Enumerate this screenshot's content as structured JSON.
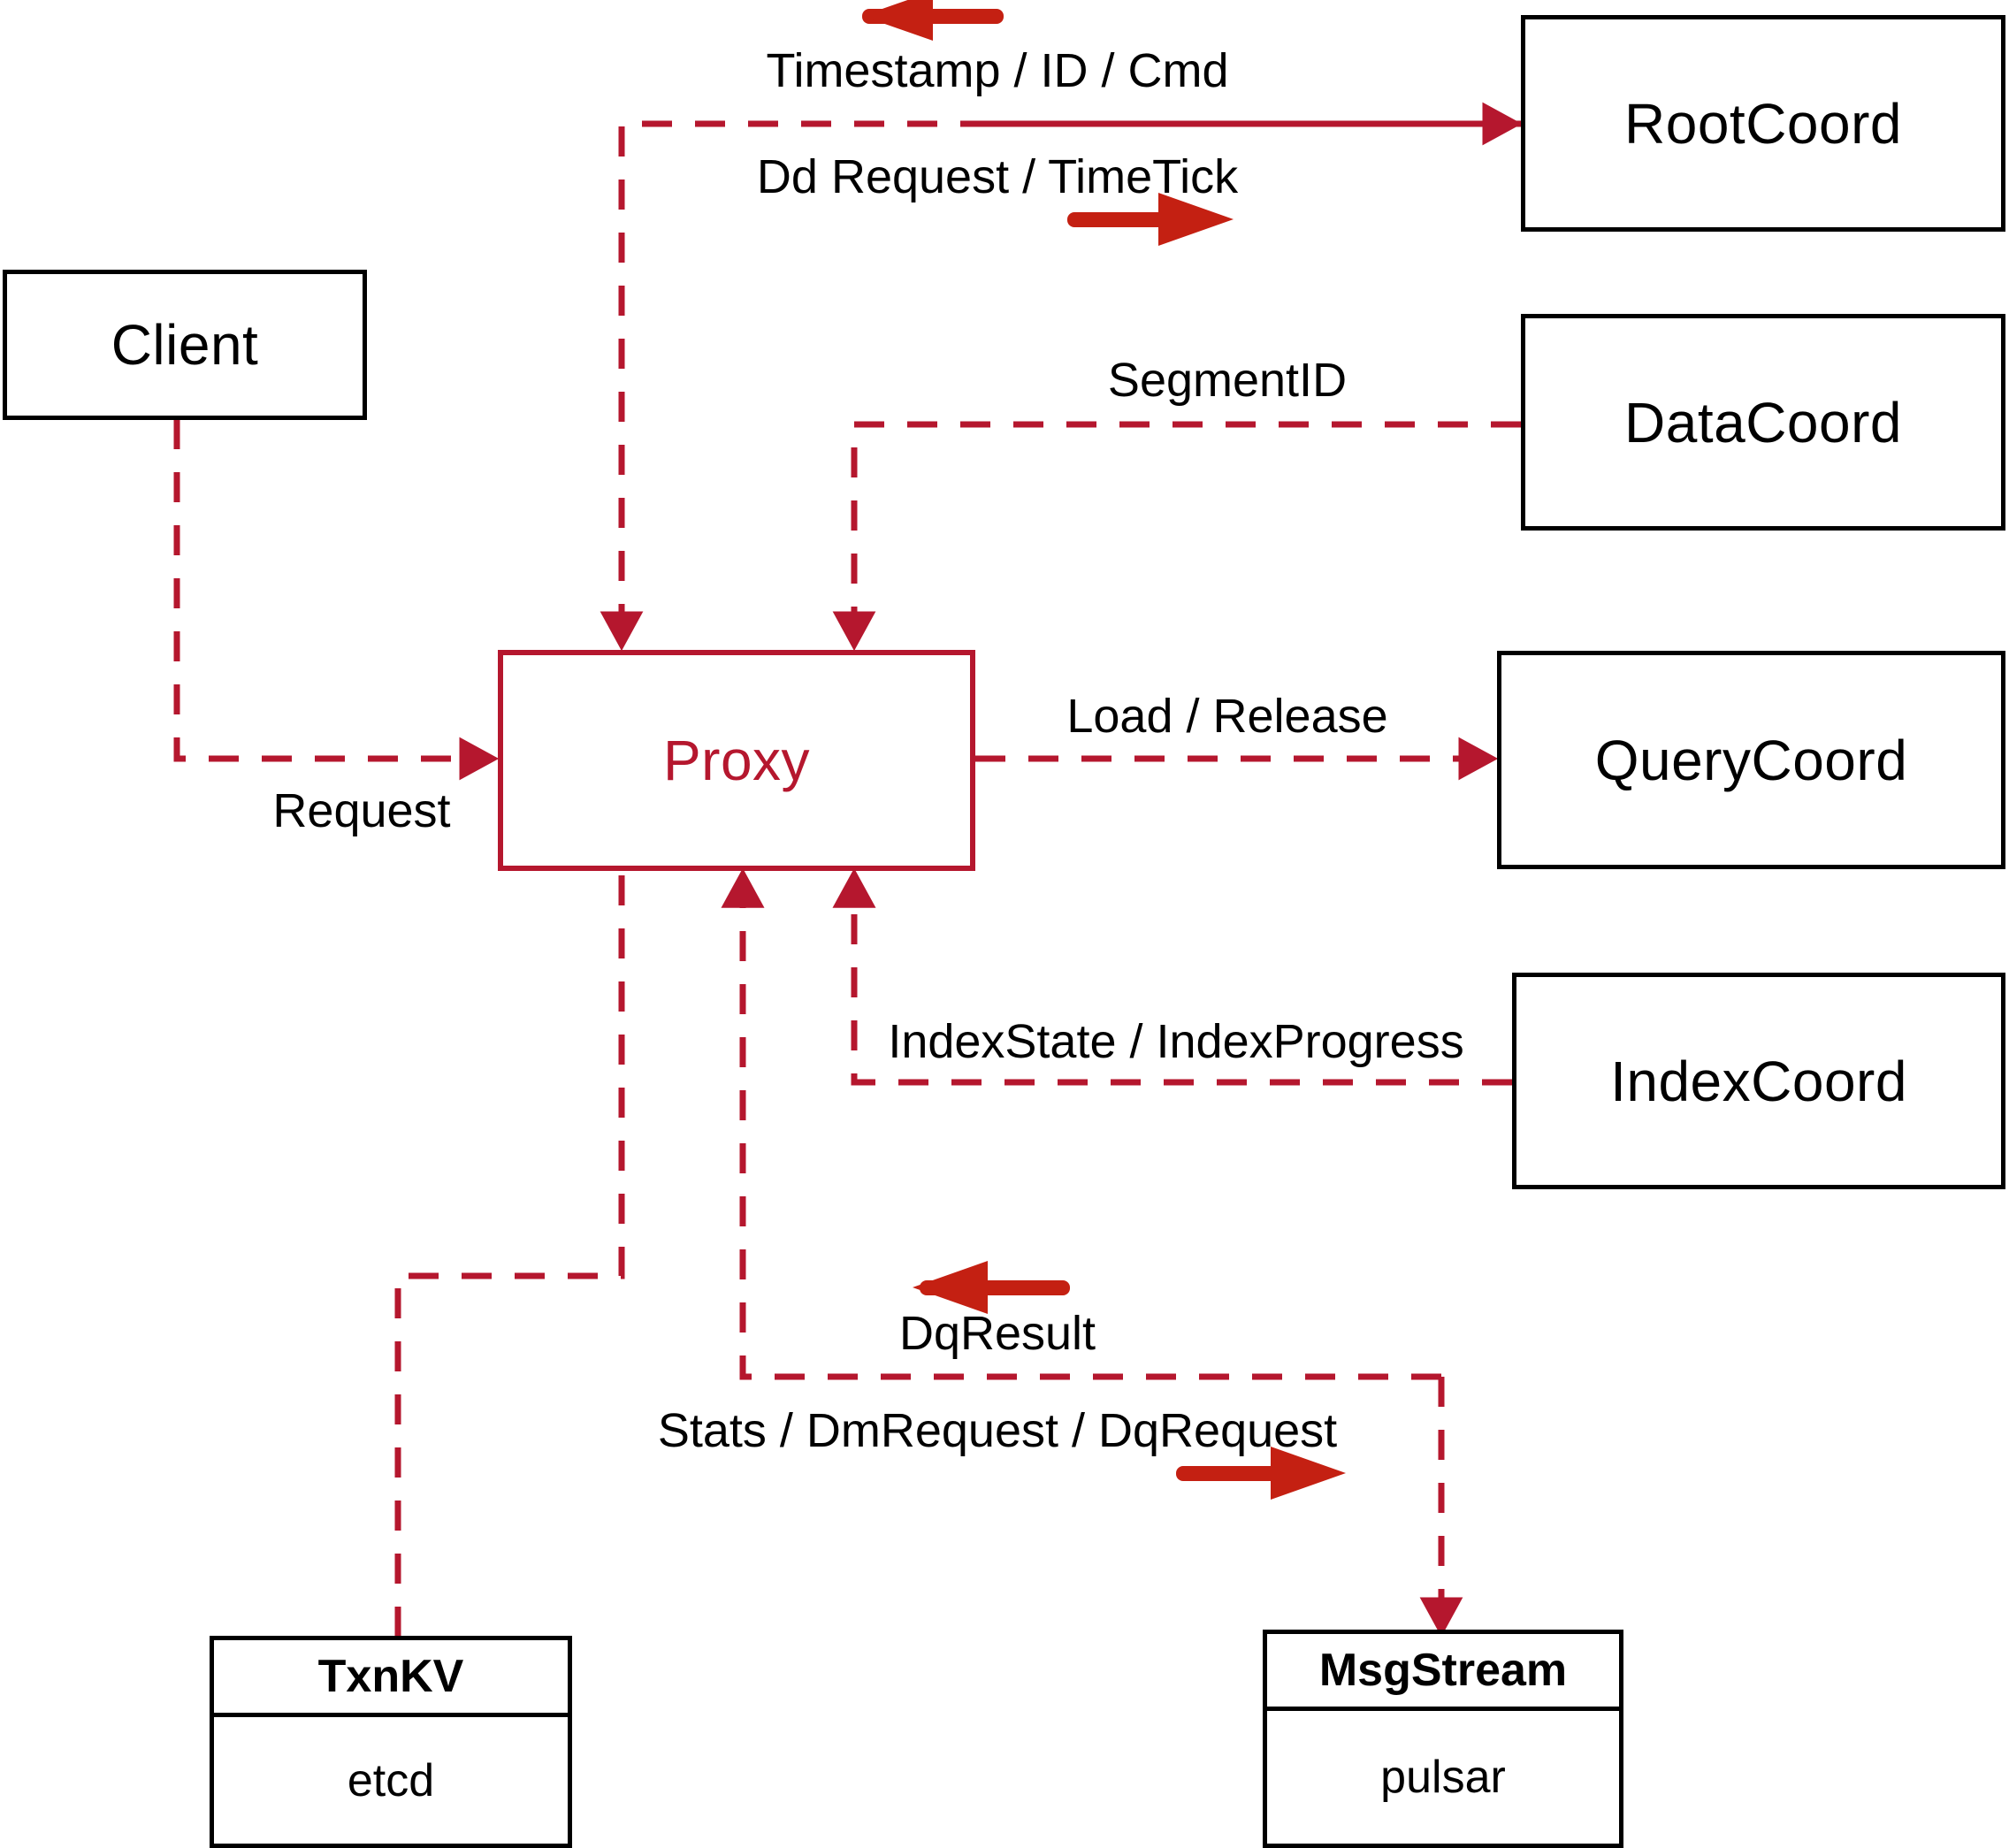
{
  "diagram": {
    "title": "Proxy component interaction diagram",
    "colors": {
      "node_border": "#000000",
      "accent": "#B5172E",
      "dashed_connector": "#B5172E",
      "direction_arrow": "#C42012",
      "background": "#FFFFFF",
      "text": "#000000"
    }
  },
  "nodes": {
    "client": {
      "label": "Client"
    },
    "proxy": {
      "label": "Proxy"
    },
    "root_coord": {
      "label": "RootCoord"
    },
    "data_coord": {
      "label": "DataCoord"
    },
    "query_coord": {
      "label": "QueryCoord"
    },
    "index_coord": {
      "label": "IndexCoord"
    }
  },
  "stores": {
    "txnkv": {
      "title": "TxnKV",
      "impl": "etcd"
    },
    "msgstream": {
      "title": "MsgStream",
      "impl": "pulsar"
    }
  },
  "edges": [
    {
      "id": "client-request",
      "label": "Request",
      "from": "Client",
      "to": "Proxy",
      "direction": "to-proxy"
    },
    {
      "id": "rootcoord-response",
      "label": "Timestamp / ID / Cmd",
      "from": "RootCoord",
      "to": "Proxy",
      "direction": "left"
    },
    {
      "id": "rootcoord-request",
      "label": "Dd Request / TimeTick",
      "from": "Proxy",
      "to": "RootCoord",
      "direction": "right"
    },
    {
      "id": "datacoord-segmentid",
      "label": "SegmentID",
      "from": "DataCoord",
      "to": "Proxy",
      "direction": "to-proxy"
    },
    {
      "id": "querycoord-load",
      "label": "Load / Release",
      "from": "Proxy",
      "to": "QueryCoord",
      "direction": "to-querycoord"
    },
    {
      "id": "indexcoord-state",
      "label": "IndexState / IndexProgress",
      "from": "IndexCoord",
      "to": "Proxy",
      "direction": "to-proxy"
    },
    {
      "id": "msgstream-dqresult",
      "label": "DqResult",
      "from": "MsgStream",
      "to": "Proxy",
      "direction": "left"
    },
    {
      "id": "msgstream-dqrequest",
      "label": "Stats / DmRequest / DqRequest",
      "from": "Proxy",
      "to": "MsgStream",
      "direction": "right"
    }
  ],
  "labels": {
    "request": "Request",
    "timestamp_id_cmd": "Timestamp / ID / Cmd",
    "dd_request_timetick": "Dd Request / TimeTick",
    "segment_id": "SegmentID",
    "load_release": "Load / Release",
    "index_state_progress": "IndexState / IndexProgress",
    "dq_result": "DqResult",
    "stats_dm_dq_request": "Stats / DmRequest / DqRequest"
  }
}
